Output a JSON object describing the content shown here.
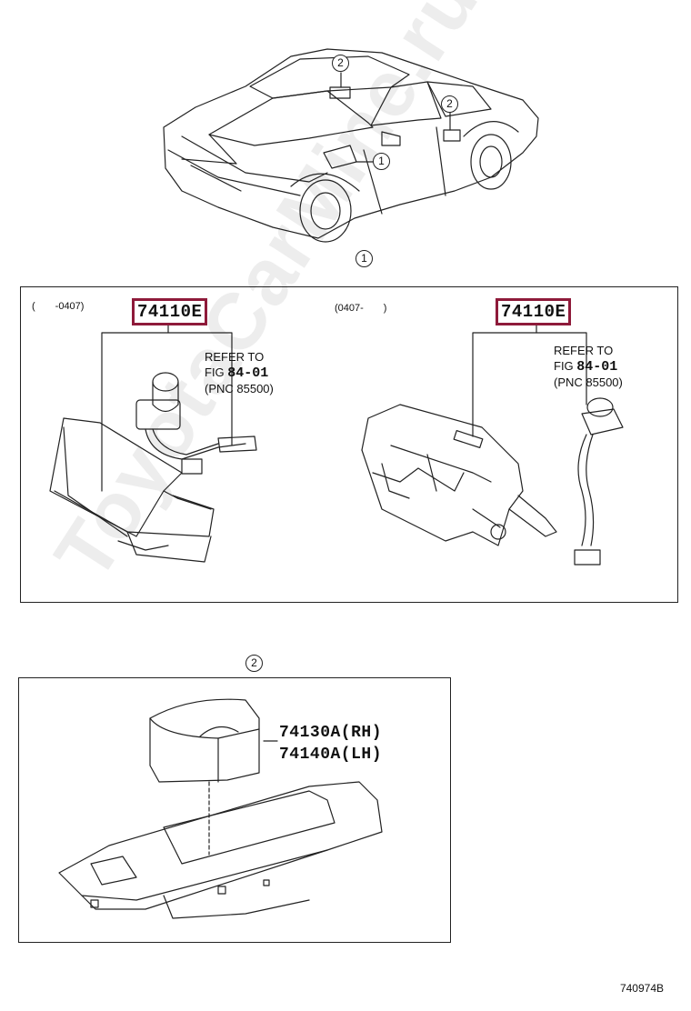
{
  "header_callouts": {
    "main": "1",
    "overhead": "2",
    "side": "2",
    "console": "1"
  },
  "panel1": {
    "left": {
      "date_range": "(　　-0407)",
      "part_no": "74110E",
      "refer_line1": "REFER TO",
      "refer_fig_label": "FIG",
      "refer_fig_no": "84-01",
      "refer_pnc": "(PNC 85500)"
    },
    "right": {
      "date_range": "(0407-　　)",
      "part_no": "74110E",
      "refer_line1": "REFER TO",
      "refer_fig_label": "FIG",
      "refer_fig_no": "84-01",
      "refer_pnc": "(PNC 85500)"
    }
  },
  "panel2": {
    "callout": "2",
    "part_rh": "74130A(RH)",
    "part_lh": "74140A(LH)"
  },
  "watermark": "ToyotaCarMine.ru",
  "diagram_number": "740974B",
  "colors": {
    "highlight": "#8e1a3a",
    "line": "#222222"
  }
}
